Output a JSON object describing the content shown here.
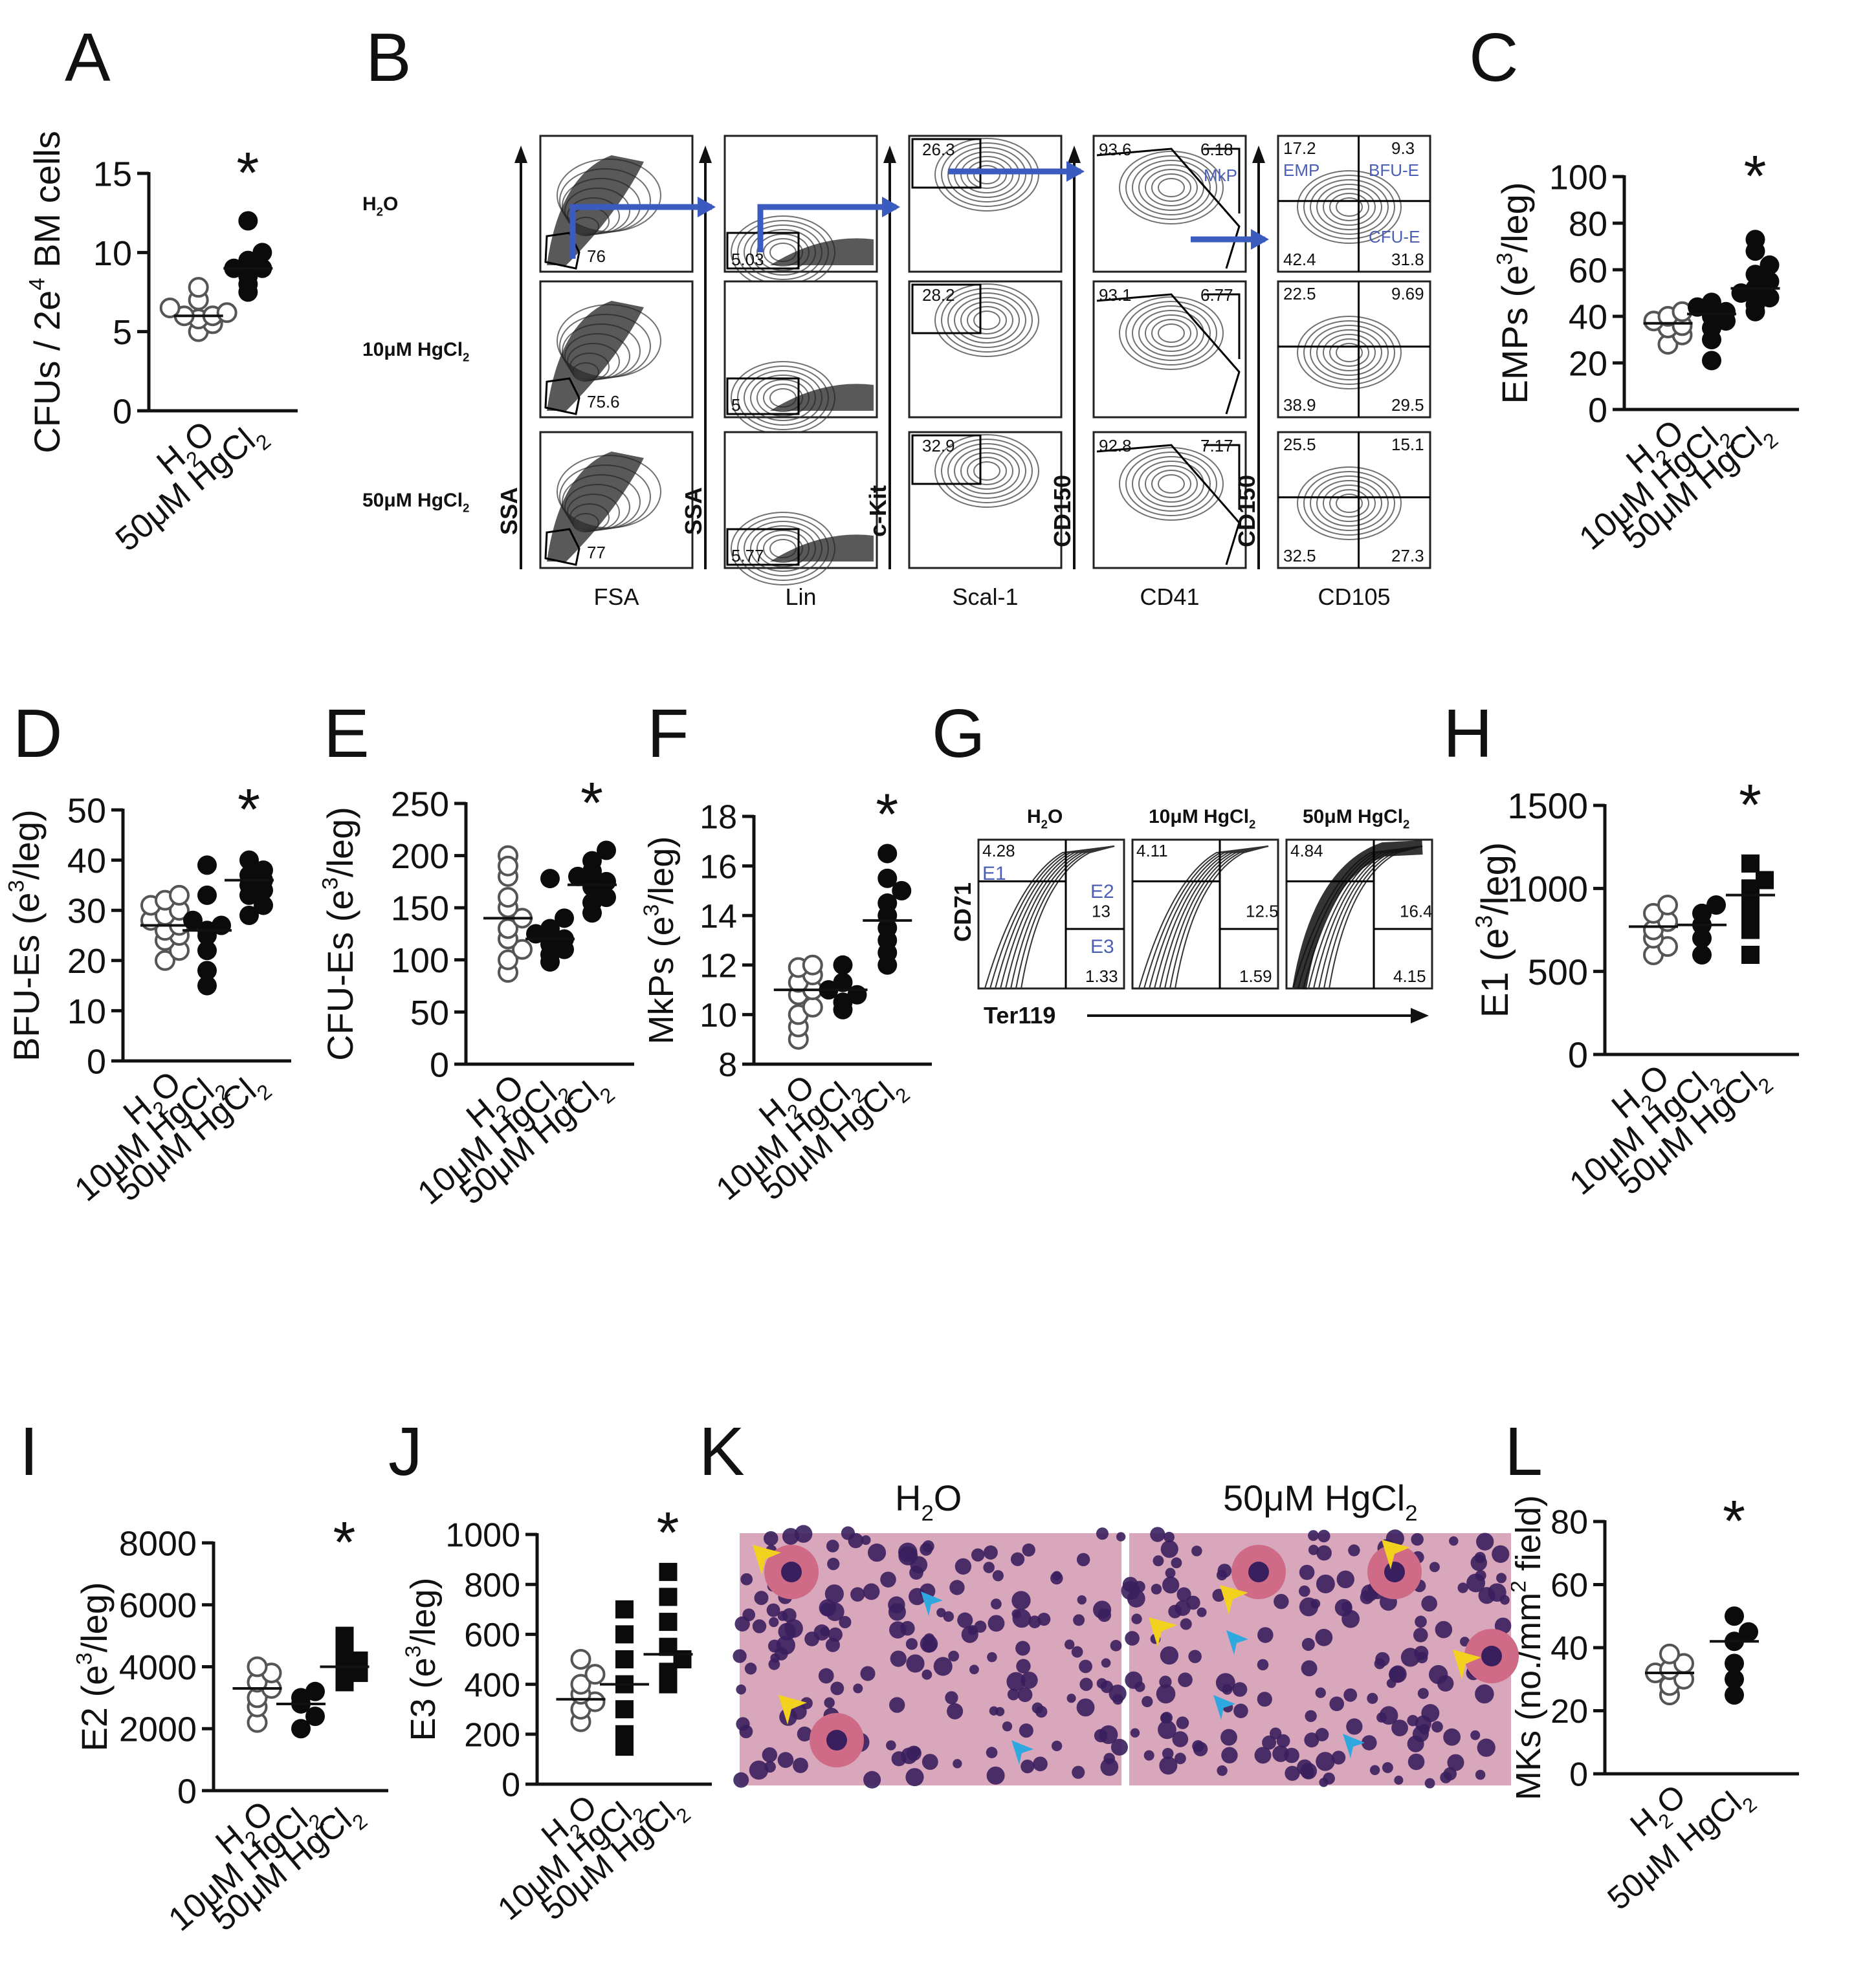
{
  "panels": {
    "A": {
      "label": "A",
      "ylabel": "CFUs / 2e",
      "ylabel_sup": "4",
      "ylabel_tail": " BM cells",
      "ticks": [
        "15",
        "10",
        "5",
        "0"
      ],
      "groups": [
        {
          "name": "H",
          "sub": "2",
          "tail": "O"
        },
        {
          "name": "50μM HgCl",
          "sub": "2",
          "tail": ""
        }
      ],
      "star": "*"
    },
    "B": {
      "label": "B",
      "rows": [
        {
          "name": "H",
          "sub": "2",
          "tail": "O"
        },
        {
          "name": "10μM HgCl",
          "sub": "2",
          "tail": ""
        },
        {
          "name": "50μM HgCl",
          "sub": "2",
          "tail": ""
        }
      ],
      "yaxes": [
        "SSA",
        "SSA",
        "c-Kit",
        "CD150",
        "CD150"
      ],
      "xaxes": [
        "FSA",
        "Lin",
        "Scal-1",
        "CD41",
        "CD105"
      ],
      "gate_fsa": [
        "76",
        "75.6",
        "77"
      ],
      "gate_lin": [
        "5.03",
        "5",
        "5.77"
      ],
      "gate_kit": [
        "26.3",
        "28.2",
        "32.9"
      ],
      "gate_cd41": [
        [
          "93.6",
          "6.18"
        ],
        [
          "93.1",
          "6.77"
        ],
        [
          "92.8",
          "7.17"
        ]
      ],
      "quad": [
        [
          "17.2",
          "9.3",
          "42.4",
          "31.8"
        ],
        [
          "22.5",
          "9.69",
          "38.9",
          "29.5"
        ],
        [
          "25.5",
          "15.1",
          "32.5",
          "27.3"
        ]
      ],
      "tags": {
        "mkp": "MkP",
        "emp": "EMP",
        "bfue": "BFU-E",
        "cfue": "CFU-E"
      }
    },
    "C": {
      "label": "C",
      "ylabel": "EMPs (e",
      "ylabel_sup": "3",
      "ylabel_tail": "/leg)",
      "ticks": [
        "100",
        "80",
        "60",
        "40",
        "20",
        "0"
      ],
      "star": "*"
    },
    "D": {
      "label": "D",
      "ylabel": "BFU-Es (e",
      "ylabel_sup": "3",
      "ylabel_tail": "/leg)",
      "ticks": [
        "50",
        "40",
        "30",
        "20",
        "10",
        "0"
      ],
      "star": "*"
    },
    "E": {
      "label": "E",
      "ylabel": "CFU-Es (e",
      "ylabel_sup": "3",
      "ylabel_tail": "/leg)",
      "ticks": [
        "250",
        "200",
        "150",
        "100",
        "50",
        "0"
      ],
      "star": "*"
    },
    "F": {
      "label": "F",
      "ylabel": "MkPs (e",
      "ylabel_sup": "3",
      "ylabel_tail": "/leg)",
      "ticks": [
        "18",
        "16",
        "14",
        "12",
        "10",
        "8"
      ],
      "star": "*"
    },
    "G": {
      "label": "G",
      "cols": [
        {
          "name": "H",
          "sub": "2",
          "tail": "O"
        },
        {
          "name": "10μM HgCl",
          "sub": "2",
          "tail": ""
        },
        {
          "name": "50μM HgCl",
          "sub": "2",
          "tail": ""
        }
      ],
      "ylabel": "CD71",
      "xlabel": "Ter119",
      "e1": [
        "4.28",
        "4.11",
        "4.84"
      ],
      "e2": [
        "13",
        "12.5",
        "16.4"
      ],
      "e3": [
        "1.33",
        "1.59",
        "4.15"
      ],
      "tags": {
        "e1": "E1",
        "e2": "E2",
        "e3": "E3"
      }
    },
    "H": {
      "label": "H",
      "ylabel": "E1 (e",
      "ylabel_sup": "3",
      "ylabel_tail": "/leg)",
      "ticks": [
        "1500",
        "1000",
        "500",
        "0"
      ],
      "star": "*"
    },
    "I": {
      "label": "I",
      "ylabel": "E2 (e",
      "ylabel_sup": "3",
      "ylabel_tail": "/leg)",
      "ticks": [
        "8000",
        "6000",
        "4000",
        "2000",
        "0"
      ],
      "star": "*"
    },
    "J": {
      "label": "J",
      "ylabel": "E3 (e",
      "ylabel_sup": "3",
      "ylabel_tail": "/leg)",
      "ticks": [
        "1000",
        "800",
        "600",
        "400",
        "200",
        "0"
      ],
      "star": "*"
    },
    "K": {
      "label": "K",
      "titles": [
        {
          "name": "H",
          "sub": "2",
          "tail": "O"
        },
        {
          "name": "50μM HgCl",
          "sub": "2",
          "tail": ""
        }
      ]
    },
    "L": {
      "label": "L",
      "ylabel": "MKs (no./mm",
      "ylabel_sup": "2",
      "ylabel_tail": " field)",
      "ticks": [
        "80",
        "60",
        "40",
        "20",
        "0"
      ],
      "star": "*"
    }
  },
  "groups3": [
    {
      "name": "H",
      "sub": "2",
      "tail": "O"
    },
    {
      "name": "10μM HgCl",
      "sub": "2",
      "tail": ""
    },
    {
      "name": "50μM HgCl",
      "sub": "2",
      "tail": ""
    }
  ],
  "colors": {
    "ink": "#111111",
    "gate_arrow": "#3c5bbf",
    "tag": "#4a5fb5",
    "he_bg": "#d9a7bb",
    "nucleus": "#3a1f5e",
    "mk": "#cf6b86",
    "yellow": "#f2d21e",
    "cyan": "#2fa8e0"
  },
  "chart_data": [
    {
      "panel": "A",
      "type": "scatter",
      "categories": [
        "H2O",
        "50μM HgCl2"
      ],
      "ylim": [
        0,
        15
      ],
      "series": [
        {
          "name": "H2O",
          "values": [
            5,
            5.5,
            5.8,
            6,
            6,
            6.2,
            6.5,
            7,
            7.8
          ]
        },
        {
          "name": "50μM HgCl2",
          "values": [
            7.5,
            8,
            8.5,
            9,
            9,
            9.5,
            10,
            12
          ]
        }
      ],
      "means": [
        6,
        9
      ]
    },
    {
      "panel": "C",
      "type": "scatter",
      "categories": [
        "H2O",
        "10μM HgCl2",
        "50μM HgCl2"
      ],
      "ylim": [
        0,
        100
      ],
      "series": [
        {
          "name": "H2O",
          "values": [
            28,
            32,
            35,
            36,
            38,
            40,
            42
          ]
        },
        {
          "name": "10μM HgCl2",
          "values": [
            21,
            30,
            35,
            38,
            40,
            42,
            44,
            46
          ]
        },
        {
          "name": "50μM HgCl2",
          "values": [
            42,
            45,
            48,
            50,
            52,
            55,
            58,
            62,
            68,
            73
          ]
        }
      ],
      "means": [
        37,
        41,
        52
      ]
    },
    {
      "panel": "D",
      "type": "scatter",
      "categories": [
        "H2O",
        "10μM HgCl2",
        "50μM HgCl2"
      ],
      "ylim": [
        0,
        50
      ],
      "series": [
        {
          "name": "H2O",
          "values": [
            20,
            22,
            24,
            25,
            26,
            27,
            28,
            29,
            30,
            31,
            32,
            33
          ]
        },
        {
          "name": "10μM HgCl2",
          "values": [
            15,
            18,
            22,
            25,
            26,
            27,
            28,
            33,
            39
          ]
        },
        {
          "name": "50μM HgCl2",
          "values": [
            29,
            31,
            33,
            34,
            35,
            36,
            37,
            38,
            40
          ]
        }
      ],
      "means": [
        27,
        26,
        36
      ]
    },
    {
      "panel": "E",
      "type": "scatter",
      "categories": [
        "H2O",
        "10μM HgCl2",
        "50μM HgCl2"
      ],
      "ylim": [
        0,
        250
      ],
      "series": [
        {
          "name": "H2O",
          "values": [
            88,
            100,
            110,
            120,
            130,
            140,
            150,
            160,
            180,
            200,
            190
          ]
        },
        {
          "name": "10μM HgCl2",
          "values": [
            98,
            105,
            110,
            115,
            120,
            125,
            130,
            140,
            178
          ]
        },
        {
          "name": "50μM HgCl2",
          "values": [
            145,
            155,
            160,
            170,
            175,
            180,
            185,
            195,
            205
          ]
        }
      ],
      "means": [
        140,
        120,
        172
      ]
    },
    {
      "panel": "F",
      "type": "scatter",
      "categories": [
        "H2O",
        "10μM HgCl2",
        "50μM HgCl2"
      ],
      "ylim": [
        8,
        18
      ],
      "series": [
        {
          "name": "H2O",
          "values": [
            9,
            9.5,
            10,
            10.3,
            10.8,
            11,
            11.3,
            11.6,
            11.9,
            12
          ]
        },
        {
          "name": "10μM HgCl2",
          "values": [
            10.2,
            10.5,
            10.8,
            11,
            11.3,
            12
          ]
        },
        {
          "name": "50μM HgCl2",
          "values": [
            12,
            12.5,
            13,
            13.5,
            14,
            14.5,
            15,
            15.5,
            16.5
          ]
        }
      ],
      "means": [
        11,
        11,
        13.8
      ]
    },
    {
      "panel": "H",
      "type": "scatter",
      "categories": [
        "H2O",
        "10μM HgCl2",
        "50μM HgCl2"
      ],
      "ylim": [
        0,
        1500
      ],
      "series": [
        {
          "name": "H2O",
          "values": [
            600,
            650,
            700,
            750,
            800,
            850,
            900
          ]
        },
        {
          "name": "10μM HgCl2",
          "values": [
            600,
            700,
            780,
            850,
            900
          ]
        },
        {
          "name": "50μM HgCl2",
          "values": [
            600,
            750,
            850,
            950,
            1000,
            1050,
            1150
          ]
        }
      ],
      "means": [
        770,
        780,
        960
      ]
    },
    {
      "panel": "I",
      "type": "scatter",
      "categories": [
        "H2O",
        "10μM HgCl2",
        "50μM HgCl2"
      ],
      "ylim": [
        0,
        8000
      ],
      "series": [
        {
          "name": "H2O",
          "values": [
            2200,
            2700,
            3000,
            3300,
            3500,
            3800,
            4000
          ]
        },
        {
          "name": "10μM HgCl2",
          "values": [
            2000,
            2400,
            2800,
            3000,
            3200
          ]
        },
        {
          "name": "50μM HgCl2",
          "values": [
            3500,
            3800,
            4000,
            4200,
            4500,
            5000
          ]
        }
      ],
      "means": [
        3300,
        2800,
        4000
      ]
    },
    {
      "panel": "J",
      "type": "scatter",
      "categories": [
        "H2O",
        "10μM HgCl2",
        "50μM HgCl2"
      ],
      "ylim": [
        0,
        1000
      ],
      "series": [
        {
          "name": "H2O",
          "values": [
            250,
            300,
            330,
            360,
            400,
            440,
            500
          ]
        },
        {
          "name": "10μM HgCl2",
          "values": [
            150,
            200,
            300,
            400,
            500,
            600,
            700
          ]
        },
        {
          "name": "50μM HgCl2",
          "values": [
            400,
            450,
            500,
            550,
            650,
            750,
            850
          ]
        }
      ],
      "means": [
        340,
        400,
        520
      ]
    },
    {
      "panel": "L",
      "type": "scatter",
      "categories": [
        "H2O",
        "50μM HgCl2"
      ],
      "ylim": [
        0,
        80
      ],
      "series": [
        {
          "name": "H2O",
          "values": [
            25,
            28,
            30,
            32,
            33,
            35,
            38
          ]
        },
        {
          "name": "50μM HgCl2",
          "values": [
            25,
            30,
            35,
            42,
            45,
            50
          ]
        }
      ],
      "means": [
        32,
        42
      ]
    }
  ]
}
